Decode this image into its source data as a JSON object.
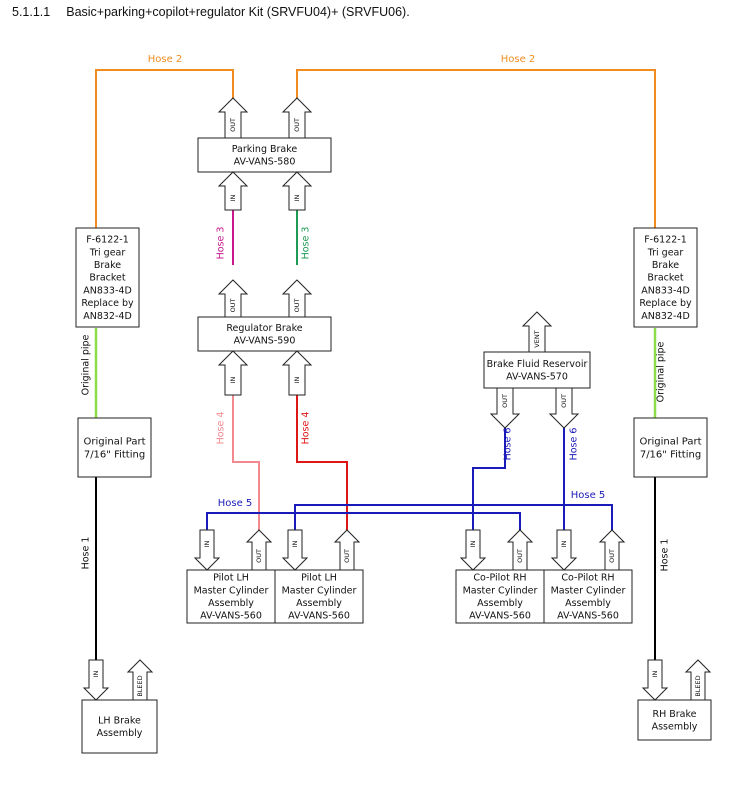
{
  "section": {
    "number": "5.1.1.1",
    "title": "Basic+parking+copilot+regulator Kit (SRVFU04)+ (SRVFU06)."
  },
  "hoses": {
    "hose2_left": "Hose 2",
    "hose2_right": "Hose 2",
    "hose3_left": "Hose 3",
    "hose3_right": "Hose 3",
    "hose4_left": "Hose 4",
    "hose4_right": "Hose 4",
    "hose5_left": "Hose 5",
    "hose5_right": "Hose 5",
    "hose6_left": "Hose 6",
    "hose6_right": "Hose 6",
    "hose1_left": "Hose 1",
    "hose1_right": "Hose 1",
    "orig_pipe_left": "Original pipe",
    "orig_pipe_right": "Original pipe"
  },
  "ports": {
    "in": "IN",
    "out": "OUT",
    "vent": "VENT",
    "bleed": "BLEED"
  },
  "boxes": {
    "parking_brake": [
      "Parking Brake",
      "AV-VANS-580"
    ],
    "regulator_brake": [
      "Regulator Brake",
      "AV-VANS-590"
    ],
    "reservoir": [
      "Brake Fluid Reservoir",
      "AV-VANS-570"
    ],
    "bracket_left": [
      "F-6122-1",
      "Tri gear",
      "Brake",
      "Bracket",
      "AN833-4D",
      "Replace by",
      "AN832-4D"
    ],
    "bracket_right": [
      "F-6122-1",
      "Tri gear",
      "Brake",
      "Bracket",
      "AN833-4D",
      "Replace by",
      "AN832-4D"
    ],
    "orig_part_left": [
      "Original Part",
      "7/16\" Fitting"
    ],
    "orig_part_right": [
      "Original Part",
      "7/16\" Fitting"
    ],
    "pilot_lh_1": [
      "Pilot LH",
      "Master Cylinder",
      "Assembly",
      "AV-VANS-560"
    ],
    "pilot_lh_2": [
      "Pilot LH",
      "Master Cylinder",
      "Assembly",
      "AV-VANS-560"
    ],
    "copilot_rh_1": [
      "Co-Pilot RH",
      "Master Cylinder",
      "Assembly",
      "AV-VANS-560"
    ],
    "copilot_rh_2": [
      "Co-Pilot RH",
      "Master Cylinder",
      "Assembly",
      "AV-VANS-560"
    ],
    "lh_brake": [
      "LH Brake",
      "Assembly"
    ],
    "rh_brake": [
      "RH Brake",
      "Assembly"
    ]
  },
  "colors": {
    "hose1": "#000000",
    "hose2": "#f28c1e",
    "hose3_left": "#c8188c",
    "hose3_right": "#1f9a55",
    "hose4_left": "#f2898e",
    "hose4_right": "#dd1616",
    "hose5": "#1a1ab8",
    "hose6": "#1a1ab8",
    "orig_pipe": "#8fdc4a"
  }
}
